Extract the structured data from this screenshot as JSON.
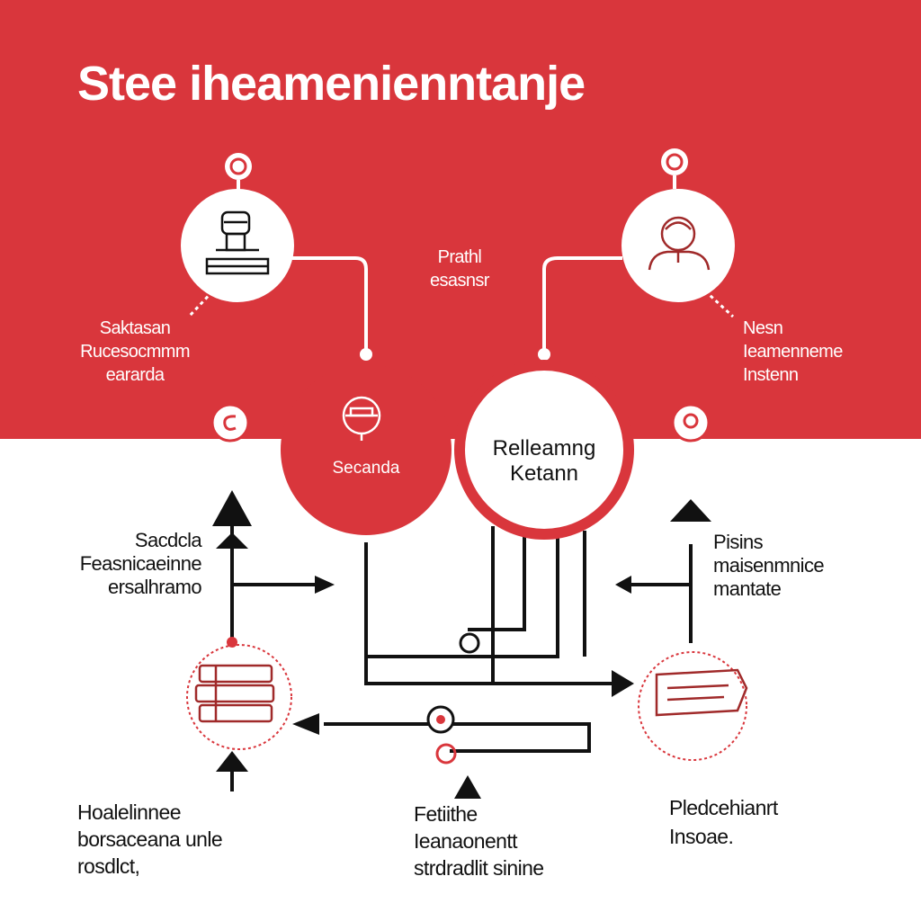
{
  "title": "Stee iheamenienntanje",
  "colors": {
    "red": "#d9363c",
    "white": "#ffffff",
    "ink": "#111111"
  },
  "hubs": {
    "left": {
      "label": "Secanda",
      "icon": "lock-icon"
    },
    "right": {
      "line1": "Relleamng",
      "line2": "Ketann"
    }
  },
  "top_nodes": {
    "left": {
      "icon": "person-at-desk-icon",
      "pin_icon": "location-pin-icon"
    },
    "right": {
      "icon": "person-avatar-icon",
      "pin_icon": "location-pin-icon"
    }
  },
  "center_label": {
    "line1": "Prathl",
    "line2": "esasnsr"
  },
  "labels": {
    "left_upper": [
      "Saktasan",
      "Rucesocmmm",
      "eararda"
    ],
    "right_upper": [
      "Nesn",
      "Ieamenneme",
      "Instenn"
    ],
    "left_mid": [
      "Sacdcla",
      "Feasnicaeinne",
      "ersalhramo"
    ],
    "right_mid": [
      "Pisins",
      "maisenmnice",
      "mantate"
    ],
    "bottom_left": [
      "Hoalelinnee",
      "borsaceana unle",
      "rosdlct,"
    ],
    "bottom_center": [
      "Fetiithe",
      "Ieanaonentt",
      "strdradlit sinine"
    ],
    "bottom_right": [
      "Pledcehianrt",
      "Insoae."
    ]
  },
  "bottom_nodes": {
    "left": {
      "icon": "document-stack-icon"
    },
    "right": {
      "icon": "scroll-document-icon"
    },
    "center": {
      "icon": "gear-icon"
    }
  }
}
